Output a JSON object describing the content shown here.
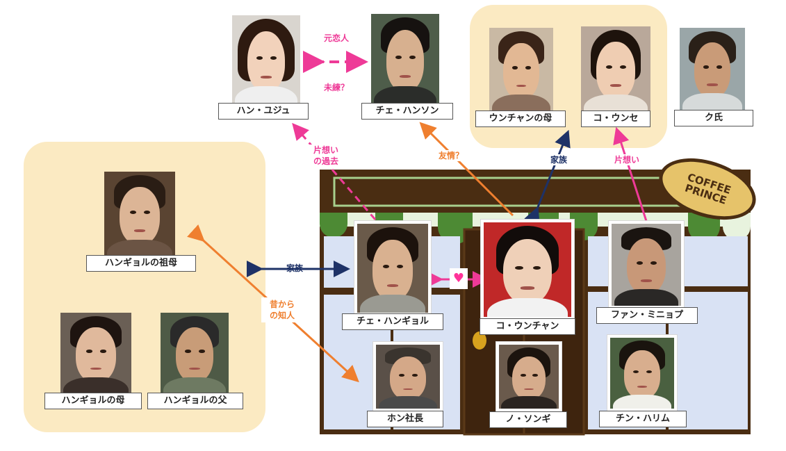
{
  "logo": {
    "line1": "COFFEE",
    "line2": "PRINCE"
  },
  "people": {
    "yuju": "ハン・ユジュ",
    "hanson": "チェ・ハンソン",
    "eunchan_mother": "ウンチャンの母",
    "eunse": "コ・ウンセ",
    "ku": "ク氏",
    "grandmother": "ハンギョルの祖母",
    "hangyeol_mother": "ハンギョルの母",
    "hangyeol_father": "ハンギョルの父",
    "hangyeol": "チェ・ハンギョル",
    "eunchan": "コ・ウンチャン",
    "minyeop": "ファン・ミニョプ",
    "hong": "ホン社長",
    "sungi": "ノ・ソンギ",
    "harim": "チン・ハリム"
  },
  "relations": {
    "ex_lovers": "元恋人",
    "lingering": "未練？",
    "past_unrequited_1": "片想い",
    "past_unrequited_2": "の過去",
    "friendship": "友情？",
    "family_top": "家族",
    "unrequited": "片想い",
    "family_left": "家族",
    "old_acquaintance_1": "昔から",
    "old_acquaintance_2": "の知人",
    "love_symbol": "♥"
  },
  "colors": {
    "pink": "#ee3a97",
    "orange": "#ef7f2f",
    "navy": "#1e3267",
    "group_bg": "#fbeac2",
    "shop_brown": "#4a2d12",
    "awning_green": "#4d8a34",
    "window_blue": "#d9e2f4"
  }
}
